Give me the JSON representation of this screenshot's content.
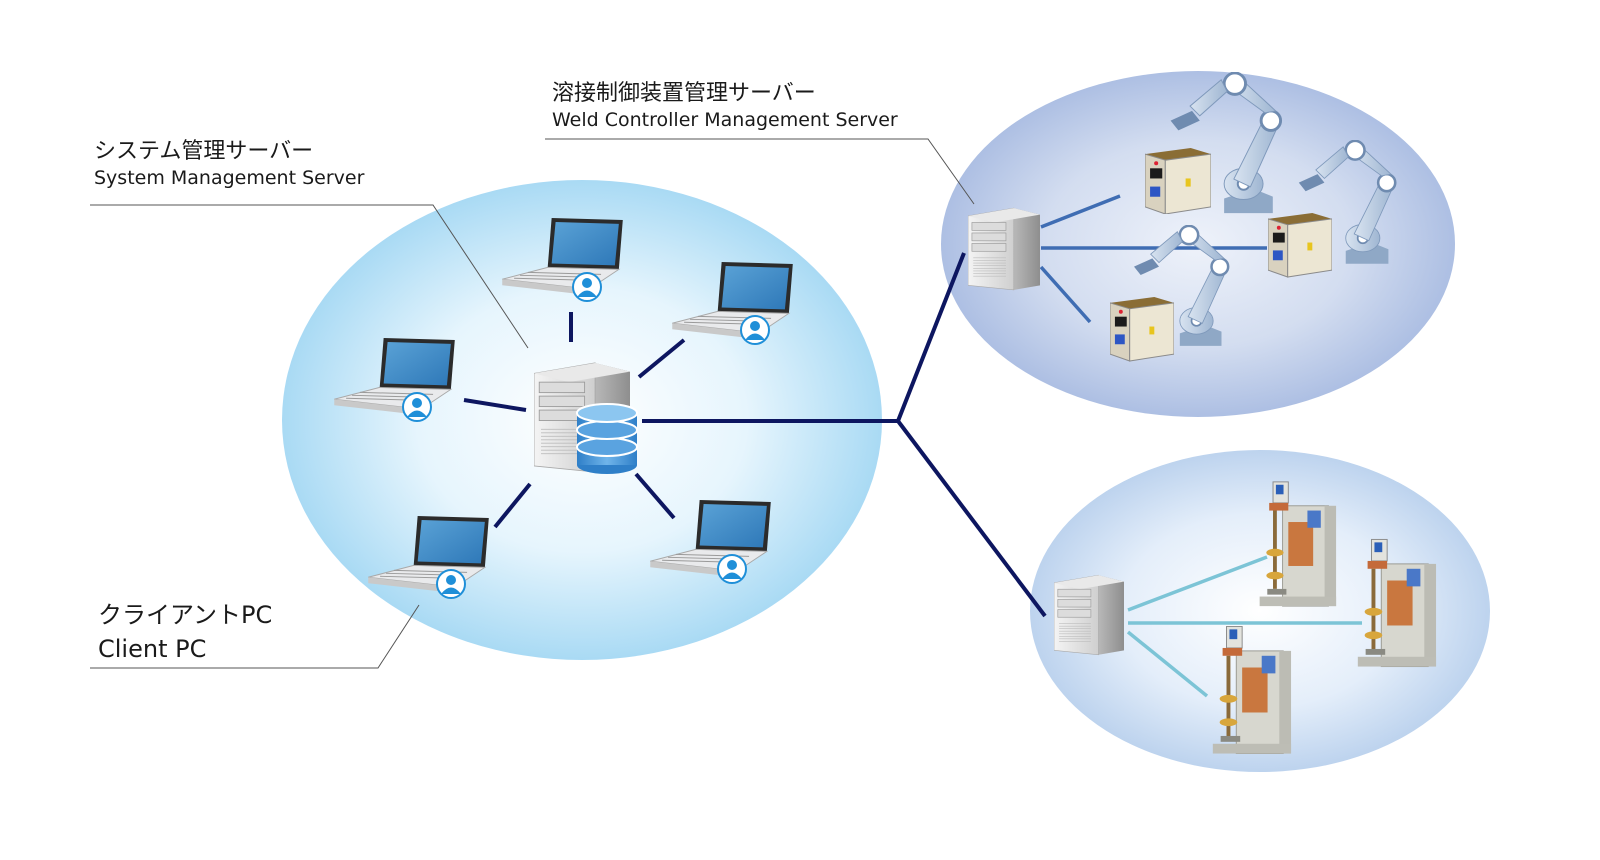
{
  "labels": {
    "system_server": {
      "ja": "システム管理サーバー",
      "en": "System Management Server"
    },
    "weld_server": {
      "ja": "溶接制御装置管理サーバー",
      "en": "Weld Controller Management Server"
    },
    "client_pc": {
      "ja": "クライアントPC",
      "en": "Client PC"
    }
  },
  "icons": {
    "server": "server-tower-icon",
    "database": "database-icon",
    "laptop": "laptop-user-icon",
    "robot": "robot-arm-icon",
    "controller": "weld-controller-icon",
    "spot_welder": "spot-welder-icon"
  },
  "colors": {
    "link_dark": "#0d1660",
    "link_mid": "#3f6db3",
    "link_light": "#7cc4d6",
    "client_zone": "#b9e2f6",
    "robot_zone": "#b4c4e4",
    "welder_zone": "#c8dcf2"
  }
}
